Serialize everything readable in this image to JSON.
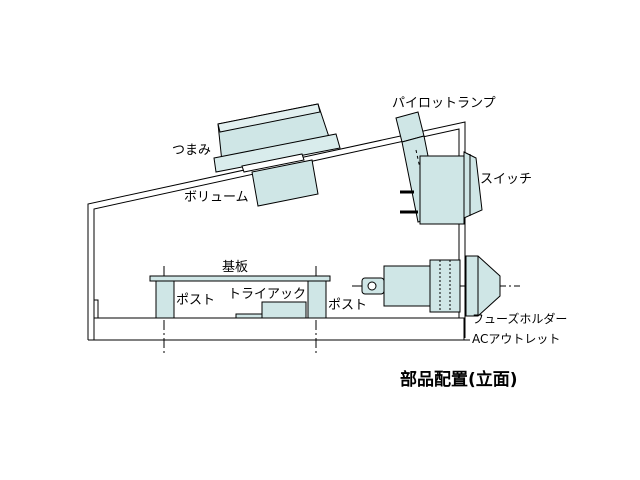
{
  "colors": {
    "part_fill": "#cfe6e6",
    "part_fill_light": "#e2f0f0",
    "frame_fill": "#d9ecec",
    "stroke": "#000000",
    "case_stroke": "#333333"
  },
  "labels": {
    "knob": "つまみ",
    "volume": "ボリューム",
    "pilot_lamp": "パイロットランプ",
    "switch": "スイッチ",
    "board": "基板",
    "post_left": "ポスト",
    "triac": "トライアック",
    "post_right": "ポスト",
    "fuse_holder": "フューズホルダー",
    "ac_outlet": "ACアウトレット"
  },
  "caption": "部品配置(立面)"
}
